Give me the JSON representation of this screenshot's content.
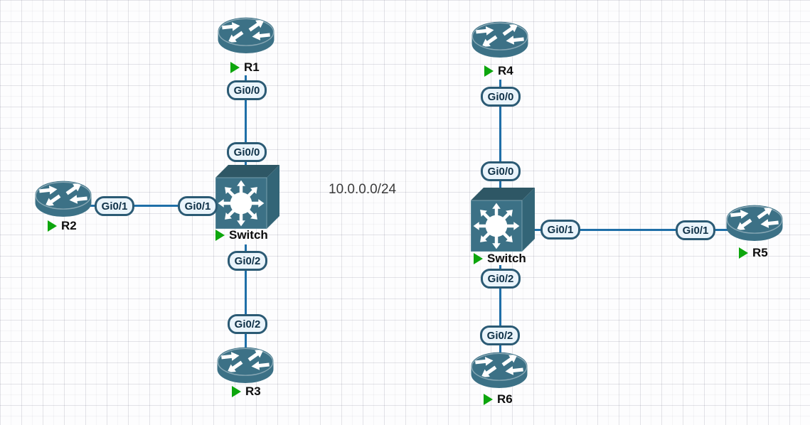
{
  "canvas": {
    "note": "10.0.0.0/24"
  },
  "colors": {
    "device_body": "#3c7186",
    "device_top_shade": "#2e5765",
    "device_side_shade": "#336577",
    "link": "#1f6fa8",
    "interface_label_border": "#2b5a74",
    "interface_label_bg": "#eaf4fb",
    "interface_label_text": "#0f3147",
    "status_running": "#0da60d",
    "note_text": "#3c3c3c"
  },
  "icons": {
    "router": "router-icon",
    "switch": "switch-icon",
    "running": "running-status-icon"
  },
  "nodes": {
    "r1": {
      "label": "R1",
      "type": "router",
      "status": "running"
    },
    "r2": {
      "label": "R2",
      "type": "router",
      "status": "running"
    },
    "r3": {
      "label": "R3",
      "type": "router",
      "status": "running"
    },
    "switch_left": {
      "label": "Switch",
      "type": "switch",
      "status": "running"
    },
    "r4": {
      "label": "R4",
      "type": "router",
      "status": "running"
    },
    "r5": {
      "label": "R5",
      "type": "router",
      "status": "running"
    },
    "r6": {
      "label": "R6",
      "type": "router",
      "status": "running"
    },
    "switch_right": {
      "label": "Switch",
      "type": "switch",
      "status": "running"
    }
  },
  "interfaces": {
    "left_r1": "Gi0/0",
    "left_switch_top": "Gi0/0",
    "left_r2": "Gi0/1",
    "left_switch_left": "Gi0/1",
    "left_switch_bottom": "Gi0/2",
    "left_r3": "Gi0/2",
    "right_r4": "Gi0/0",
    "right_switch_top": "Gi0/0",
    "right_switch_right": "Gi0/1",
    "right_r5": "Gi0/1",
    "right_switch_bottom": "Gi0/2",
    "right_r6": "Gi0/2"
  }
}
